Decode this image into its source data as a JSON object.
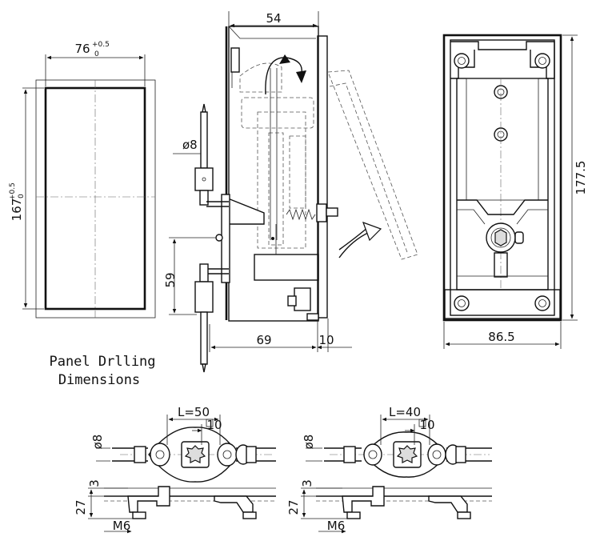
{
  "panel": {
    "width_label": "76",
    "width_tol_upper": "+0.5",
    "width_tol_lower": "0",
    "height_label": "167",
    "height_tol_upper": "+0.5",
    "height_tol_lower": "0",
    "caption_line1": "Panel Drlling",
    "caption_line2": "Dimensions"
  },
  "side_view": {
    "top_width": "54",
    "rod_diameter": "ø8",
    "height_59": "59",
    "depth_69": "69",
    "depth_10": "10"
  },
  "front_view": {
    "height": "177.5",
    "width": "86.5"
  },
  "cam_left": {
    "length": "L=50",
    "offset": "10",
    "rod_diameter": "ø8",
    "thickness": "3",
    "height": "27",
    "thread": "M6"
  },
  "cam_right": {
    "length": "L=40",
    "offset": "10",
    "rod_diameter": "ø8",
    "thickness": "3",
    "height": "27",
    "thread": "M6"
  }
}
